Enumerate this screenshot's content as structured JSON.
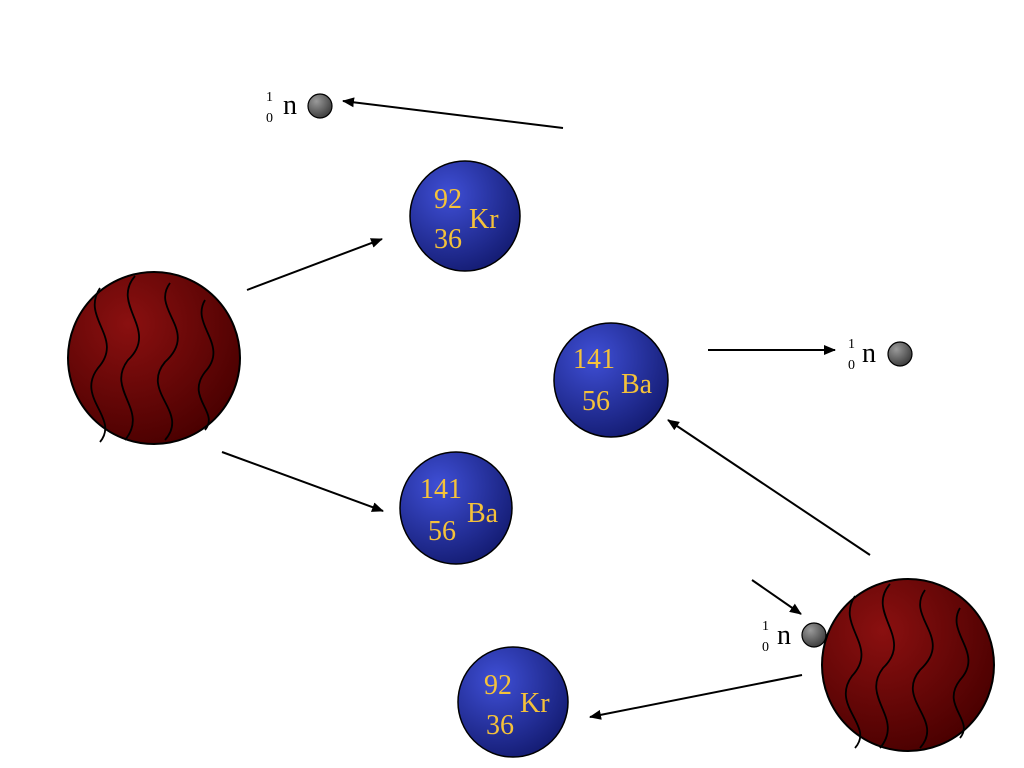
{
  "colors": {
    "nucleus_light": "#8a1010",
    "nucleus_dark": "#4a0000",
    "fragment_light": "#3f4fd6",
    "fragment_dark": "#141c73",
    "fragment_text": "#f5c23a",
    "neutron": "#7a7a7a",
    "arrow": "#000000"
  },
  "neutron": {
    "mass": "1",
    "charge": "0",
    "symbol": "n"
  },
  "krypton": {
    "mass": "92",
    "charge": "36",
    "symbol": "Kr"
  },
  "barium": {
    "mass": "141",
    "charge": "56",
    "symbol": "Ba"
  }
}
